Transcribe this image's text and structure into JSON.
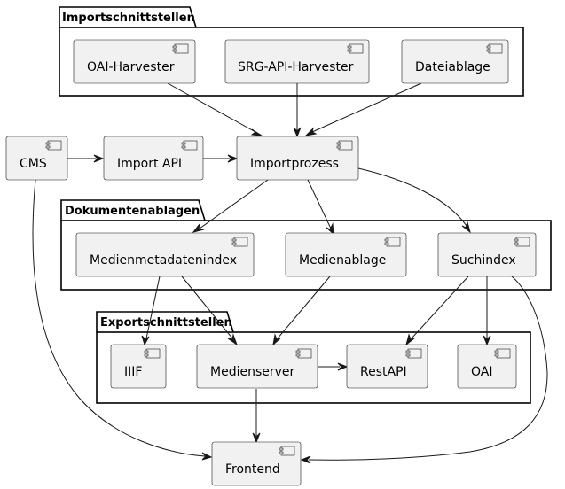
{
  "packages": {
    "importschnittstellen": {
      "title": "Importschnittstellen"
    },
    "dokumentenablagen": {
      "title": "Dokumentenablagen"
    },
    "exportschnittstellen": {
      "title": "Exportschnittstellen"
    }
  },
  "components": {
    "oai_harvester": "OAI-Harvester",
    "srg_api_harvester": "SRG-API-Harvester",
    "dateiablage": "Dateiablage",
    "cms": "CMS",
    "import_api": "Import API",
    "importprozess": "Importprozess",
    "medienmetadatenindex": "Medienmetadatenindex",
    "medienablage": "Medienablage",
    "suchindex": "Suchindex",
    "iiif": "IIIF",
    "medienserver": "Medienserver",
    "restapi": "RestAPI",
    "oai": "OAI",
    "frontend": "Frontend"
  },
  "edges": [
    {
      "from": "oai_harvester",
      "to": "importprozess"
    },
    {
      "from": "srg_api_harvester",
      "to": "importprozess"
    },
    {
      "from": "dateiablage",
      "to": "importprozess"
    },
    {
      "from": "cms",
      "to": "import_api"
    },
    {
      "from": "import_api",
      "to": "importprozess"
    },
    {
      "from": "cms",
      "to": "frontend"
    },
    {
      "from": "importprozess",
      "to": "medienmetadatenindex"
    },
    {
      "from": "importprozess",
      "to": "medienablage"
    },
    {
      "from": "importprozess",
      "to": "suchindex"
    },
    {
      "from": "medienmetadatenindex",
      "to": "iiif"
    },
    {
      "from": "medienmetadatenindex",
      "to": "medienserver"
    },
    {
      "from": "medienablage",
      "to": "medienserver"
    },
    {
      "from": "suchindex",
      "to": "restapi"
    },
    {
      "from": "suchindex",
      "to": "oai"
    },
    {
      "from": "suchindex",
      "to": "frontend"
    },
    {
      "from": "medienserver",
      "to": "restapi"
    },
    {
      "from": "medienserver",
      "to": "frontend"
    }
  ]
}
